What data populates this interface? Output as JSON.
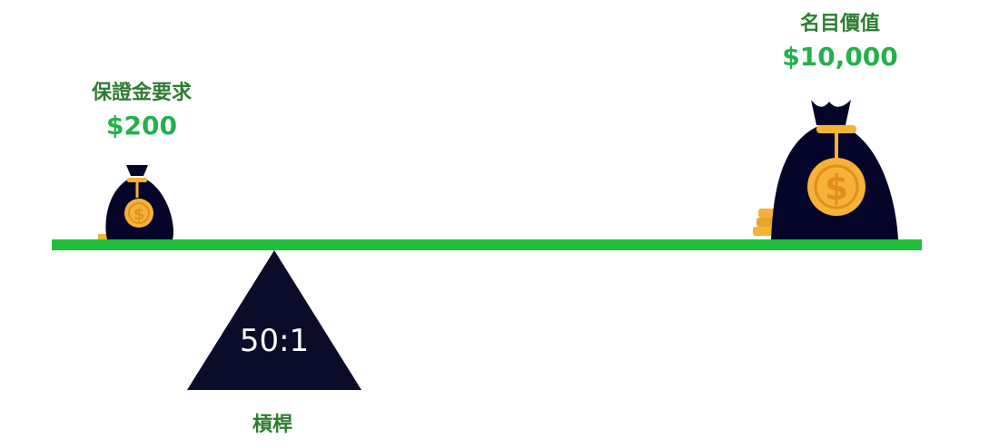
{
  "margin": {
    "title": "保證金要求",
    "amount": "$200"
  },
  "notional": {
    "title": "名目價值",
    "amount": "$10,000"
  },
  "fulcrum": {
    "ratio": "50:1",
    "label": "槓桿"
  },
  "colors": {
    "beam": "#1fbf3c",
    "title_text": "#2e7d32",
    "amount_text": "#22b14c",
    "fulcrum": "#0b0b2a",
    "bag": "#05052a",
    "coin": "#f5b236"
  },
  "icons": {
    "small_bag": "money-bag-icon",
    "big_bag": "money-bag-icon",
    "coins": "coin-stack-icon"
  }
}
